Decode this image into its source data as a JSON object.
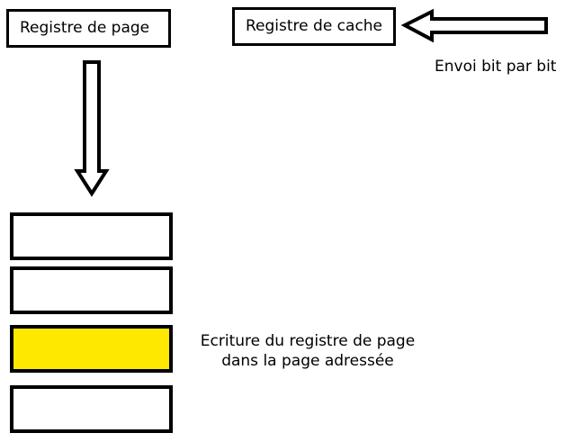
{
  "diagram": {
    "title": "Ecriture du registre de page dans la page adressee",
    "language": "fr",
    "background_color": "#ffffff",
    "stroke_color": "#000000",
    "highlight_color": "#ffe800"
  },
  "nodes": {
    "page_register": {
      "label": "Registre de page",
      "shape": "rectangle",
      "fill": "#ffffff"
    },
    "cache_register": {
      "label": "Registre de cache",
      "shape": "rectangle",
      "fill": "#ffffff"
    }
  },
  "memory_stack": {
    "name": "page-stack",
    "cells": [
      {
        "index": 0,
        "label": "",
        "fill": "#ffffff",
        "highlighted": false
      },
      {
        "index": 1,
        "label": "",
        "fill": "#ffffff",
        "highlighted": false
      },
      {
        "index": 2,
        "label": "",
        "fill": "#ffe800",
        "highlighted": true
      },
      {
        "index": 3,
        "label": "",
        "fill": "#ffffff",
        "highlighted": false
      }
    ]
  },
  "arrows": {
    "down_arrow": {
      "name": "page-register-to-memory-arrow",
      "direction": "down",
      "style": "hollow-outline",
      "fill": "#ffffff",
      "stroke": "#000000"
    },
    "left_arrow": {
      "name": "bitwise-send-arrow",
      "direction": "left",
      "style": "hollow-outline",
      "fill": "#ffffff",
      "stroke": "#000000"
    }
  },
  "captions": {
    "send_bitwise": "Envoi bit par bit",
    "write_page_line1": "Ecriture du registre de page",
    "write_page_line2": "dans la page adressée"
  }
}
